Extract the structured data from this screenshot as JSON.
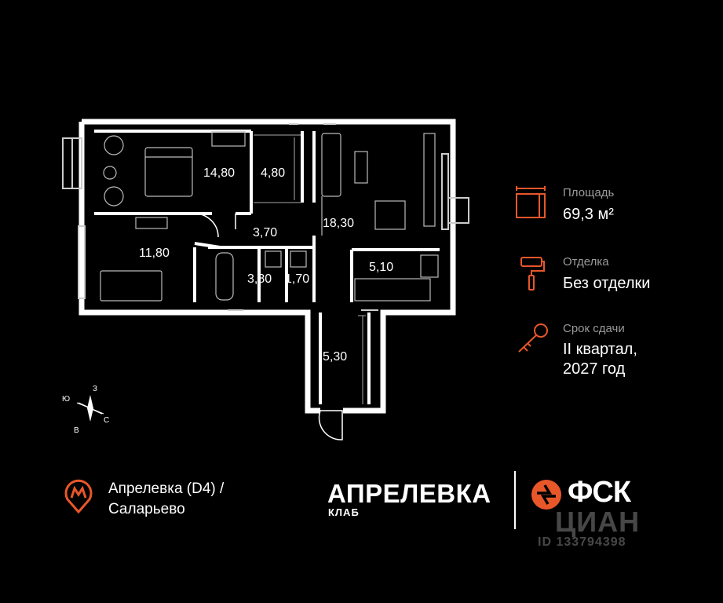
{
  "rooms": {
    "bedroom_large": "14,80",
    "wardrobe": "4,80",
    "living_room": "18,30",
    "hall": "3,70",
    "bedroom_small": "11,80",
    "bathroom": "3,80",
    "wc": "1,70",
    "kitchen": "5,10",
    "corridor": "5,30"
  },
  "info": {
    "area": {
      "title": "Площадь",
      "value": "69,3 м²",
      "icon": "room-area-icon"
    },
    "finish": {
      "title": "Отделка",
      "value": "Без отделки",
      "icon": "paint-roller-icon"
    },
    "delivery": {
      "title": "Срок сдачи",
      "line1": "II квартал,",
      "line2": "2027 год",
      "icon": "key-icon"
    }
  },
  "compass": {
    "n": "З",
    "s": "В",
    "w": "Ю",
    "e": "С"
  },
  "metro": {
    "line1": "Апрелевка (D4)  /",
    "line2": "Саларьево",
    "icon": "metro-pin-icon"
  },
  "brand": {
    "name": "АПРЕЛЕВКА",
    "sub": "КЛАБ"
  },
  "developer": {
    "name": "ФСК",
    "logo": "fsk-logo-icon"
  },
  "watermark": {
    "name": "ЦИАН",
    "id": "ID 133794398"
  },
  "colors": {
    "accent": "#e8572a",
    "background": "#000000",
    "text": "#ffffff",
    "muted": "#9a9a9a"
  }
}
